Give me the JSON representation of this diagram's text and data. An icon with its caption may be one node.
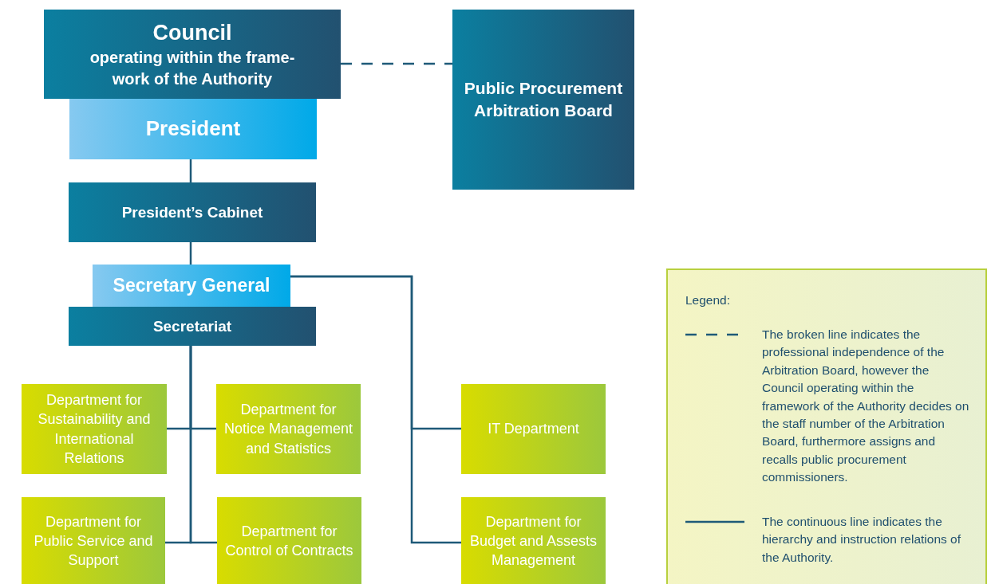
{
  "diagram": {
    "nodes": [
      {
        "text": [
          "Council",
          "operating within the frame- work of the Authority"
        ]
      },
      {
        "text": [
          "President"
        ]
      },
      {
        "text": [
          "Public Procurement Arbitration Board"
        ]
      },
      {
        "text": [
          "President’s Cabinet"
        ]
      },
      {
        "text": [
          "Secretary General"
        ]
      },
      {
        "text": [
          "Secretariat"
        ]
      },
      {
        "text": [
          "Department for Sustainability and International Relations"
        ]
      },
      {
        "text": [
          "Department for Notice Management and Statistics"
        ]
      },
      {
        "text": [
          "IT Department"
        ]
      },
      {
        "text": [
          "Department for Public Service and Support"
        ]
      },
      {
        "text": [
          "Department for Control of Contracts"
        ]
      },
      {
        "text": [
          "Department for Budget and Assests Management"
        ]
      }
    ],
    "edges": [
      {
        "from": 0,
        "to": 2,
        "arrow": "none",
        "style": "dashed"
      },
      {
        "from": 1,
        "to": 3,
        "arrow": "none"
      },
      {
        "from": 3,
        "to": 4,
        "arrow": "none"
      },
      {
        "from": 5,
        "to": 6,
        "arrow": "none"
      },
      {
        "from": 5,
        "to": 7,
        "arrow": "none"
      },
      {
        "from": 5,
        "to": 9,
        "arrow": "none"
      },
      {
        "from": 5,
        "to": 10,
        "arrow": "none"
      },
      {
        "from": 4,
        "to": 8,
        "arrow": "none"
      },
      {
        "from": 4,
        "to": 11,
        "arrow": "none"
      }
    ],
    "labels": [
      "Legend:"
    ],
    "legend": [
      {
        "text": "The broken line indicates the professional independence of the Arbitration Board, however the Council operating within the framework of the Authority decides on the staff number of the Arbitration Board, furthermore assigns and recalls public procurement commissioners."
      },
      {
        "text": "The continuous line indicates the hierarchy and instruction relations of the Authority."
      }
    ]
  }
}
